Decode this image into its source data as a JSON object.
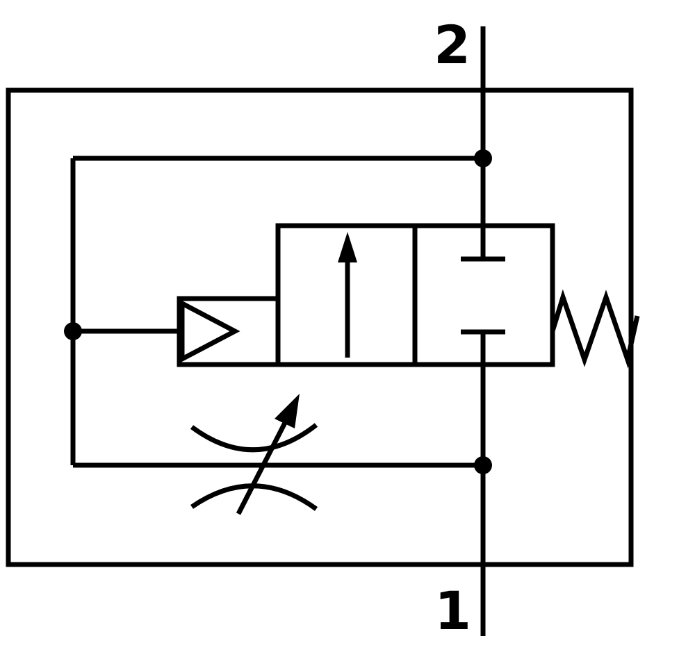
{
  "diagram": {
    "kind": "pneumatic-circuit-symbol",
    "line_color": "#000000",
    "background_color": "#ffffff",
    "ports": {
      "top": {
        "label": "2"
      },
      "bottom": {
        "label": "1"
      }
    },
    "symbols": [
      {
        "name": "enclosure-frame"
      },
      {
        "name": "valve-body-two-position"
      },
      {
        "name": "flow-arrow-open-position"
      },
      {
        "name": "blocked-seats-closed-position"
      },
      {
        "name": "pneumatic-pilot-triangle"
      },
      {
        "name": "return-spring"
      },
      {
        "name": "adjustable-throttle"
      },
      {
        "name": "pilot-lines"
      },
      {
        "name": "junction-dots"
      }
    ]
  }
}
